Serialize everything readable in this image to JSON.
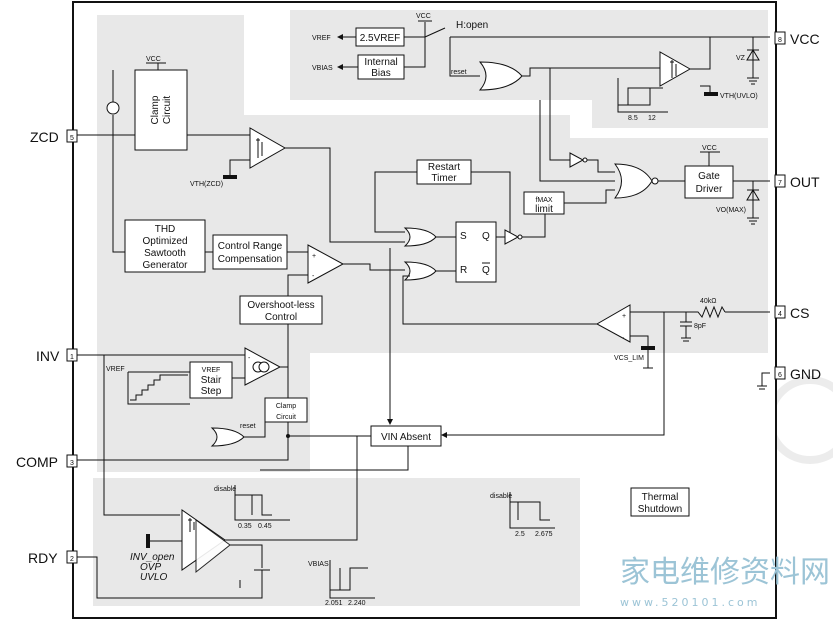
{
  "pins": {
    "vcc": {
      "label": "VCC",
      "number": "8"
    },
    "out": {
      "label": "OUT",
      "number": "7"
    },
    "cs": {
      "label": "CS",
      "number": "4"
    },
    "gnd": {
      "label": "GND",
      "number": "6"
    },
    "zcd": {
      "label": "ZCD",
      "number": "5"
    },
    "inv": {
      "label": "INV",
      "number": "1"
    },
    "comp": {
      "label": "COMP",
      "number": "3"
    },
    "rdy": {
      "label": "RDY",
      "number": "2"
    }
  },
  "blocks": {
    "vref_reg": "2.5VREF",
    "internal_bias_1": "Internal",
    "internal_bias_2": "Bias",
    "clamp_circuit_1": "Clamp",
    "clamp_circuit_2": "Circuit",
    "thd_1": "THD",
    "thd_2": "Optimized",
    "thd_3": "Sawtooth",
    "thd_4": "Generator",
    "range_comp_1": "Control Range",
    "range_comp_2": "Compensation",
    "overshoot_1": "Overshoot-less",
    "overshoot_2": "Control",
    "restart_1": "Restart",
    "restart_2": "Timer",
    "fmax_1": "fMAX",
    "fmax_2": "limit",
    "gate_driver_1": "Gate",
    "gate_driver_2": "Driver",
    "vref_stair_1": "VREF",
    "vref_stair_2": "Stair",
    "vref_stair_3": "Step",
    "clamp2_1": "Clamp",
    "clamp2_2": "Circuit",
    "vin_absent": "VIN Absent",
    "thermal_1": "Thermal",
    "thermal_2": "Shutdown"
  },
  "labels": {
    "vref": "VREF",
    "vbias": "VBIAS",
    "vcc_top": "VCC",
    "vcc_clamp": "VCC",
    "vcc_gate": "VCC",
    "hopen": "H:open",
    "reset_top": "reset",
    "reset_bottom": "reset",
    "vth_uvlo": "VTH(UVLO)",
    "vth_zcd": "VTH(ZCD)",
    "vz": "VZ",
    "vo_max": "VO(MAX)",
    "r_cs": "40kΩ",
    "c_cs": "8pF",
    "vcs_lim": "VCS_LIM",
    "vref_stair_in": "VREF",
    "sr_s": "S",
    "sr_q": "Q",
    "sr_r": "R",
    "sr_qbar": "Q",
    "inv_open": "INV_open",
    "ovp": "OVP",
    "uvlo": "UVLO",
    "plus": "+",
    "minus": "-",
    "hyst1_low": "8.5",
    "hyst1_high": "12",
    "hyst2_disable": "disable",
    "hyst2_low": "0.35",
    "hyst2_high": "0.45",
    "hyst3_disable": "disable",
    "hyst3_low": "2.5",
    "hyst3_high": "2.675",
    "hyst4_axis": "VBIAS",
    "hyst4_low": "2.051",
    "hyst4_high": "2.240"
  },
  "watermark": {
    "cn": "家电维修资料网",
    "url": "www.520101.com"
  }
}
